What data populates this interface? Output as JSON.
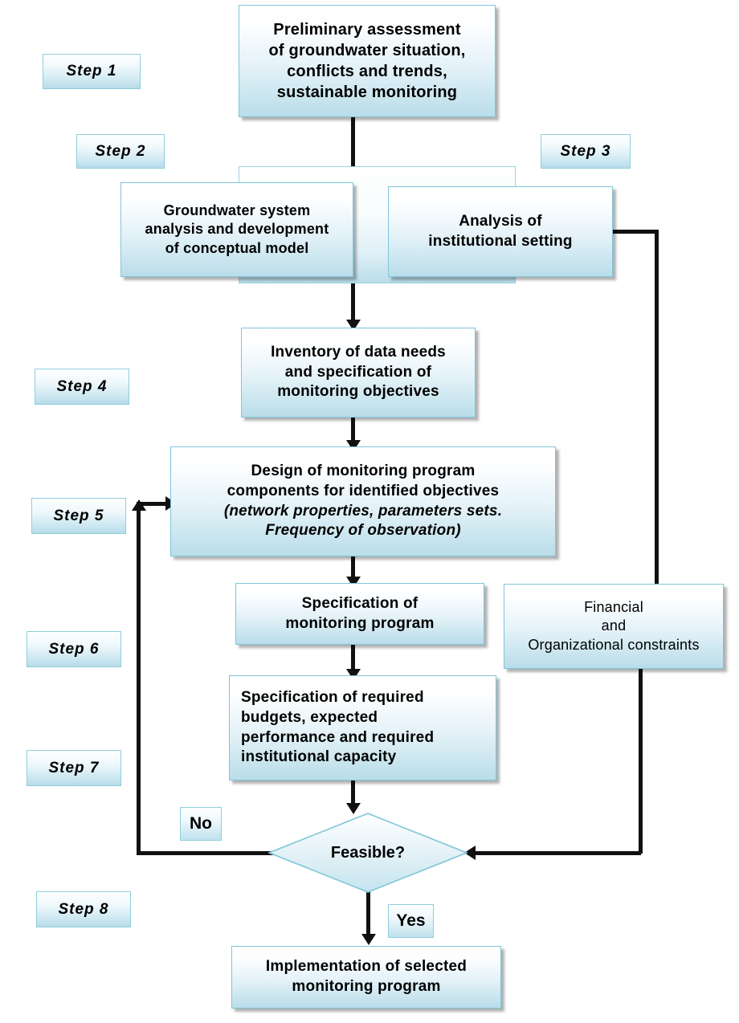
{
  "diagram": {
    "title": "Groundwater monitoring programme design flowchart",
    "accent_border": "#7fc5da",
    "fill_top": "#ffffff",
    "fill_bottom": "#b9dde9",
    "line_color": "#111111"
  },
  "steps": [
    {
      "id": "step1",
      "label": "Step 1"
    },
    {
      "id": "step2",
      "label": "Step 2"
    },
    {
      "id": "step3",
      "label": "Step 3"
    },
    {
      "id": "step4",
      "label": "Step 4"
    },
    {
      "id": "step5",
      "label": "Step 5"
    },
    {
      "id": "step6",
      "label": "Step 6"
    },
    {
      "id": "step7",
      "label": "Step 7"
    },
    {
      "id": "step8",
      "label": "Step 8"
    }
  ],
  "nodes": {
    "preliminary": {
      "lines": [
        "Preliminary assessment",
        "of groundwater  situation,",
        "conflicts  and  trends,",
        "sustainable  monitoring"
      ]
    },
    "gw_system": {
      "lines": [
        "Groundwater system",
        "analysis and development",
        "of conceptual model"
      ]
    },
    "institutional": {
      "lines": [
        "Analysis of",
        "institutional  setting"
      ]
    },
    "inventory": {
      "lines": [
        "Inventory  of data needs",
        "and  specification  of",
        "monitoring  objectives"
      ]
    },
    "design": {
      "lines": [
        "Design  of  monitoring  program",
        "components  for identified objectives"
      ],
      "italic_lines": [
        "(network properties,  parameters  sets.",
        "Frequency  of observation)"
      ]
    },
    "spec_program": {
      "lines": [
        "Specification  of",
        "monitoring  program"
      ]
    },
    "constraints": {
      "lines": [
        "Financial",
        "and",
        "Organizational constraints"
      ]
    },
    "budgets": {
      "lines": [
        "Specification of required",
        "budgets, expected",
        "performance and required",
        "institutional capacity"
      ]
    },
    "decision": {
      "label": "Feasible?"
    },
    "implementation": {
      "lines": [
        "Implementation  of selected",
        "monitoring  program"
      ]
    }
  },
  "edge_labels": {
    "no": "No",
    "yes": "Yes"
  }
}
